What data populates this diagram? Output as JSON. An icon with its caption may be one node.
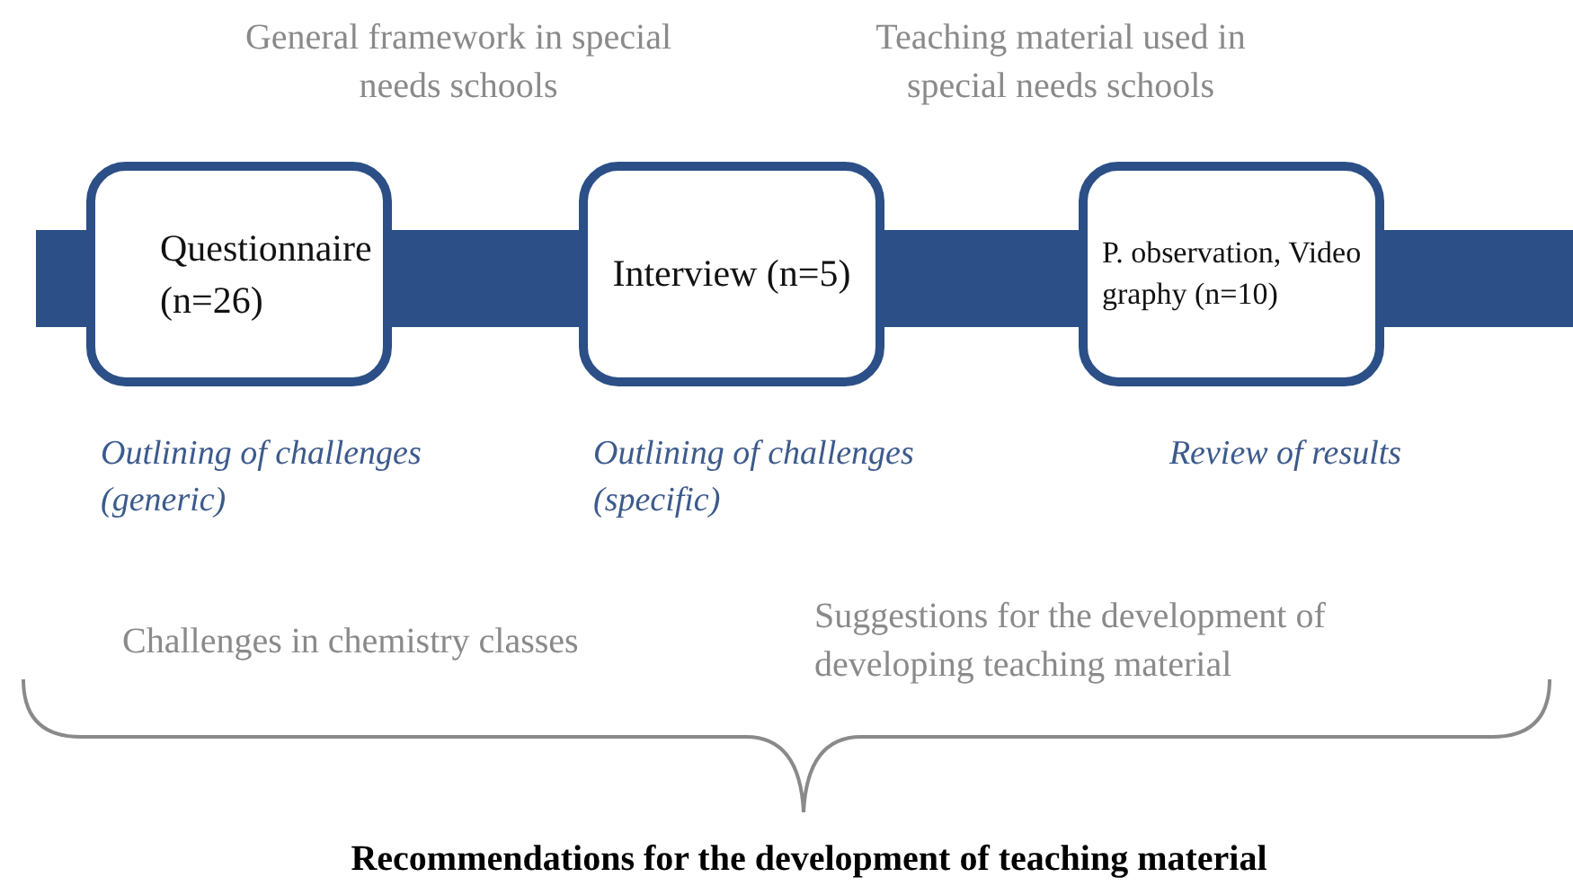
{
  "diagram": {
    "nodes": [
      {
        "text": [
          "Questionnaire (n=26)"
        ],
        "beside": [
          "Outlining of challenges (generic)"
        ]
      },
      {
        "text": [
          "Interview (n=5)"
        ],
        "beside": [
          "Outlining of challenges (specific)"
        ]
      },
      {
        "text": [
          "P. observation, Video graphy (n=10)"
        ],
        "beside": [
          "Review of results"
        ]
      }
    ],
    "edges": [
      {
        "from": null,
        "to": 0,
        "arrow": "none"
      },
      {
        "from": 0,
        "to": 1,
        "arrow": "none"
      },
      {
        "from": 1,
        "to": 2,
        "arrow": "none"
      },
      {
        "from": 2,
        "to": null,
        "arrow": "none"
      }
    ],
    "labels": [
      "General framework in special needs schools",
      "Teaching material used in special needs schools",
      "Challenges in chemistry classes",
      "Suggestions for the development of developing teaching material",
      "Recommendations for the development of teaching material"
    ]
  }
}
